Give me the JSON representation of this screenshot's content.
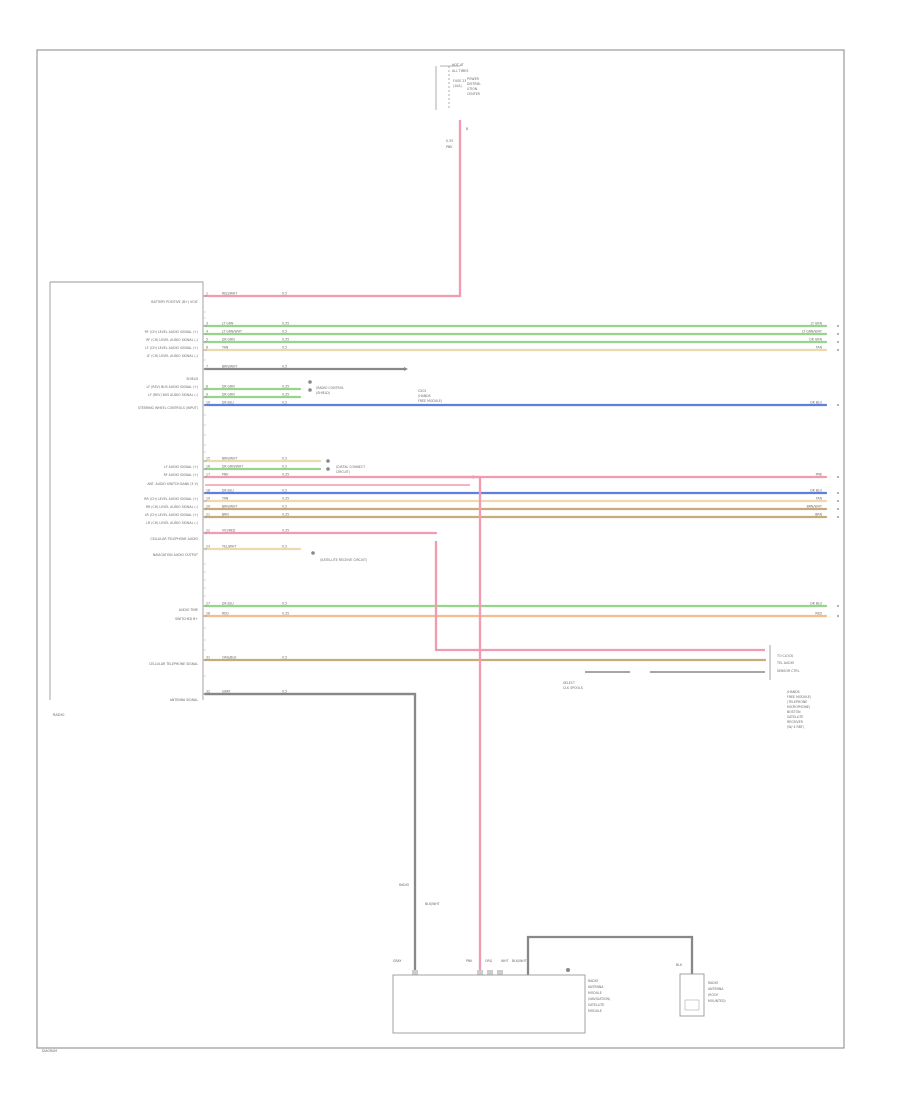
{
  "diagram": {
    "power_source": {
      "lines": [
        "HOT AT",
        "ALL TIMES",
        "POWER",
        "DISTRIB-",
        "UTION",
        "CENTER"
      ],
      "right_lines": [
        "FUSE 23",
        "(10A)",
        "",
        "",
        "",
        ""
      ],
      "pin": "B",
      "wire_color": "PNK",
      "wire_size": "0.35"
    },
    "module_name": "RADIO",
    "module_left_labels": [
      "BATTERY POSITIVE (B+) VOLT",
      "RF (CH) LEVEL AUDIO SIGNAL (+)",
      "RF (CH) LEVEL AUDIO SIGNAL (-)",
      "LF (CH) LEVEL AUDIO SIGNAL (+)",
      "LF (CH) LEVEL AUDIO SIGNAL (-)",
      "SHIELD",
      "LF (REV) BUS AUDIO SIGNAL (+)",
      "LF (REV) BUS AUDIO SIGNAL (-)",
      "STEERING WHEEL CONTROLS (INPUT)",
      "LF AUDIO SIGNAL (+)",
      "RF AUDIO SIGNAL (+)",
      "ANT. AUDIO SWITCH BANK (5 V)",
      "RR (CH) LEVEL AUDIO SIGNAL (+)",
      "RR (CH) LEVEL AUDIO SIGNAL (-)",
      "LR (CH) LEVEL AUDIO SIGNAL (+)",
      "LR (CH) LEVEL AUDIO SIGNAL (-)",
      "CELLULAR TELEPHONE AUDIO",
      "NAVIGATION AUDIO OUTPUT",
      "AUDIO TIME",
      "SWITCHED B+",
      "CELLULAR TELEPHONE SIGNAL",
      "ANTENNA SIGNAL"
    ],
    "wires": [
      {
        "pin": "1",
        "color": "RED/WHT",
        "size": "0.5",
        "right": ""
      },
      {
        "pin": "3",
        "color": "LT GRN",
        "size": "0.35",
        "right": "LT GRN"
      },
      {
        "pin": "4",
        "color": "LT GRN/WHT",
        "size": "0.5",
        "right": "LT GRN/WHT"
      },
      {
        "pin": "5",
        "color": "DK GRN",
        "size": "0.35",
        "right": "DK GRN"
      },
      {
        "pin": "6",
        "color": "TAN",
        "size": "0.5",
        "right": "TAN"
      },
      {
        "pin": "7",
        "color": "BRN/WHT",
        "size": "0.5",
        "right": ""
      },
      {
        "pin": "8",
        "color": "DK GRN",
        "size": "0.35",
        "right": ""
      },
      {
        "pin": "9",
        "color": "DK GRN",
        "size": "0.35",
        "right": ""
      },
      {
        "pin": "10",
        "color": "DK BLU",
        "size": "0.5",
        "right": "DK BLU"
      },
      {
        "pin": "15",
        "color": "BRN/WHT",
        "size": "0.5",
        "right": ""
      },
      {
        "pin": "16",
        "color": "DK GRN/WHT",
        "size": "0.5",
        "right": ""
      },
      {
        "pin": "17",
        "color": "PNK",
        "size": "0.35",
        "right": "PNK"
      },
      {
        "pin": "18",
        "color": "DK BLU",
        "size": "0.5",
        "right": "DK BLU"
      },
      {
        "pin": "19",
        "color": "TAN",
        "size": "0.35",
        "right": "TAN"
      },
      {
        "pin": "20",
        "color": "BRN/WHT",
        "size": "0.5",
        "right": "BRN/WHT"
      },
      {
        "pin": "21",
        "color": "BRN",
        "size": "0.35",
        "right": "BRN"
      },
      {
        "pin": "22",
        "color": "VIO/RED",
        "size": "0.35",
        "right": ""
      },
      {
        "pin": "23",
        "color": "YEL/WHT",
        "size": "0.5",
        "right": ""
      },
      {
        "pin": "27",
        "color": "DK BLU",
        "size": "0.5",
        "right": "DK BLU"
      },
      {
        "pin": "28",
        "color": "RED",
        "size": "0.35",
        "right": "RED"
      },
      {
        "pin": "31",
        "color": "ORG/BLK",
        "size": "0.5",
        "right": ""
      },
      {
        "pin": "32",
        "color": "GRAY",
        "size": "0.5",
        "right": ""
      }
    ],
    "annotations": {
      "ground_note": [
        "G201",
        "(HANDS",
        "FREE MODULE)"
      ],
      "splice_a": [
        "(RADIO CONTROL",
        "(SHIELD)"
      ],
      "splice_b": [
        "(DISTAL CONNECT",
        "CIRCUIT)"
      ],
      "splice_c": "(SATELLITE RECEIVE CIRCUIT)",
      "hfm_labels": [
        "TO CLOCK",
        "TEL AUDIO",
        "SENSOR CTRL"
      ],
      "hfm_conn": [
        "SELECT",
        "CLK SPOOLS"
      ],
      "hfm_desc": [
        "(HANDS",
        "FREE MODULE)",
        "(TELEPHONE",
        "MICROPHONE)",
        "BOSTON",
        "SATELLITE",
        "RECEIVER",
        "(W/ 4 RBT)"
      ],
      "bottom_wire_a": "RADIO",
      "bottom_wire_b": "BLK/WHT",
      "bottom_conn_labels": [
        "GRAY",
        "PNK",
        "ORG",
        "WHT",
        "BLK/WHT"
      ],
      "bottom_box_desc": [
        "RADIO",
        "ANTENNA",
        "MODULE",
        "(NAVIGATION)",
        "SATELLITE",
        "MODULE"
      ],
      "right_box_desc": [
        "RADIO",
        "ANTENNA",
        "(ROOF",
        "MOUNTED)"
      ],
      "right_box_label": "BLK",
      "page_ref": "DIAGRAM"
    },
    "colors": {
      "pink": "#f29ab0",
      "green": "#96d68a",
      "tan": "#ecd9b0",
      "blue": "#5f7fe0",
      "brown": "#c8ab7a",
      "gray": "#888888",
      "orange": "#f4bd8e",
      "frame": "#9a9a9a"
    }
  }
}
